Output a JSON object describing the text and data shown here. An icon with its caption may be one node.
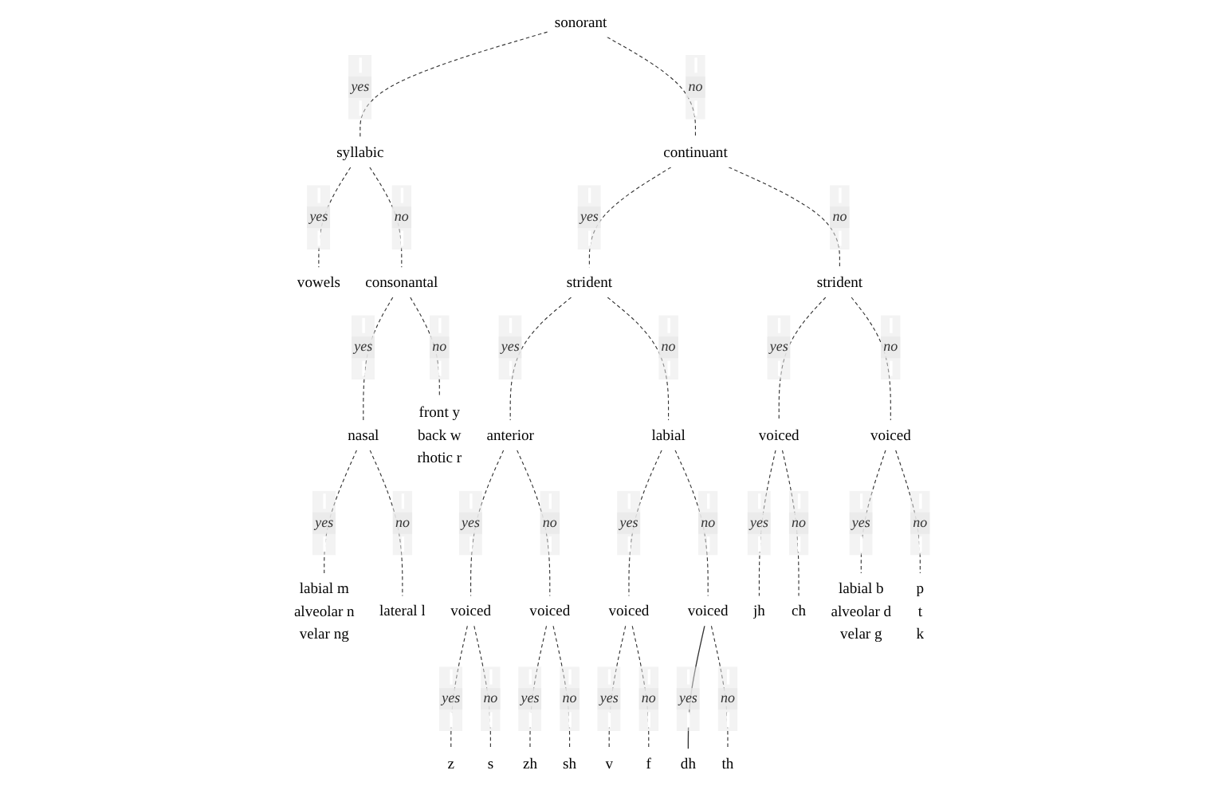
{
  "diagram": {
    "nodes": [
      {
        "text": [
          "sonorant"
        ]
      },
      {
        "text": [
          "syllabic"
        ]
      },
      {
        "text": [
          "continuant"
        ]
      },
      {
        "text": [
          "vowels"
        ]
      },
      {
        "text": [
          "consonantal"
        ]
      },
      {
        "text": [
          "strident"
        ]
      },
      {
        "text": [
          "strident"
        ]
      },
      {
        "text": [
          "nasal"
        ]
      },
      {
        "text": [
          "front y",
          "back w",
          "rhotic r"
        ]
      },
      {
        "text": [
          "anterior"
        ]
      },
      {
        "text": [
          "labial"
        ]
      },
      {
        "text": [
          "voiced"
        ]
      },
      {
        "text": [
          "voiced"
        ]
      },
      {
        "text": [
          "labial m",
          "alveolar n",
          "velar ng"
        ]
      },
      {
        "text": [
          "lateral l"
        ]
      },
      {
        "text": [
          "voiced"
        ]
      },
      {
        "text": [
          "voiced"
        ]
      },
      {
        "text": [
          "voiced"
        ]
      },
      {
        "text": [
          "voiced"
        ]
      },
      {
        "text": [
          "jh"
        ]
      },
      {
        "text": [
          "ch"
        ]
      },
      {
        "text": [
          "labial b",
          "alveolar d",
          "velar g"
        ]
      },
      {
        "text": [
          "p",
          "t",
          "k"
        ]
      },
      {
        "text": [
          "z"
        ]
      },
      {
        "text": [
          "s"
        ]
      },
      {
        "text": [
          "zh"
        ]
      },
      {
        "text": [
          "sh"
        ]
      },
      {
        "text": [
          "v"
        ]
      },
      {
        "text": [
          "f"
        ]
      },
      {
        "text": [
          "dh"
        ]
      },
      {
        "text": [
          "th"
        ]
      }
    ],
    "edges": [
      {
        "from": 0,
        "to": 1,
        "arrow": "none",
        "label": "yes",
        "style": "dashed"
      },
      {
        "from": 0,
        "to": 2,
        "arrow": "none",
        "label": "no",
        "style": "dashed"
      },
      {
        "from": 1,
        "to": 3,
        "arrow": "none",
        "label": "yes",
        "style": "dashed"
      },
      {
        "from": 1,
        "to": 4,
        "arrow": "none",
        "label": "no",
        "style": "dashed"
      },
      {
        "from": 2,
        "to": 5,
        "arrow": "none",
        "label": "yes",
        "style": "dashed"
      },
      {
        "from": 2,
        "to": 6,
        "arrow": "none",
        "label": "no",
        "style": "dashed"
      },
      {
        "from": 4,
        "to": 7,
        "arrow": "none",
        "label": "yes",
        "style": "dashed"
      },
      {
        "from": 4,
        "to": 8,
        "arrow": "none",
        "label": "no",
        "style": "dashed"
      },
      {
        "from": 5,
        "to": 9,
        "arrow": "none",
        "label": "yes",
        "style": "dashed"
      },
      {
        "from": 5,
        "to": 10,
        "arrow": "none",
        "label": "no",
        "style": "dashed"
      },
      {
        "from": 6,
        "to": 11,
        "arrow": "none",
        "label": "yes",
        "style": "dashed"
      },
      {
        "from": 6,
        "to": 12,
        "arrow": "none",
        "label": "no",
        "style": "dashed"
      },
      {
        "from": 7,
        "to": 13,
        "arrow": "none",
        "label": "yes",
        "style": "dashed"
      },
      {
        "from": 7,
        "to": 14,
        "arrow": "none",
        "label": "no",
        "style": "dashed"
      },
      {
        "from": 9,
        "to": 15,
        "arrow": "none",
        "label": "yes",
        "style": "dashed"
      },
      {
        "from": 9,
        "to": 16,
        "arrow": "none",
        "label": "no",
        "style": "dashed"
      },
      {
        "from": 10,
        "to": 17,
        "arrow": "none",
        "label": "yes",
        "style": "dashed"
      },
      {
        "from": 10,
        "to": 18,
        "arrow": "none",
        "label": "no",
        "style": "dashed"
      },
      {
        "from": 11,
        "to": 19,
        "arrow": "none",
        "label": "yes",
        "style": "dashed"
      },
      {
        "from": 11,
        "to": 20,
        "arrow": "none",
        "label": "no",
        "style": "dashed"
      },
      {
        "from": 12,
        "to": 21,
        "arrow": "none",
        "label": "yes",
        "style": "dashed"
      },
      {
        "from": 12,
        "to": 22,
        "arrow": "none",
        "label": "no",
        "style": "dashed"
      },
      {
        "from": 15,
        "to": 23,
        "arrow": "none",
        "label": "yes",
        "style": "dashed"
      },
      {
        "from": 15,
        "to": 24,
        "arrow": "none",
        "label": "no",
        "style": "dashed"
      },
      {
        "from": 16,
        "to": 25,
        "arrow": "none",
        "label": "yes",
        "style": "dashed"
      },
      {
        "from": 16,
        "to": 26,
        "arrow": "none",
        "label": "no",
        "style": "dashed"
      },
      {
        "from": 17,
        "to": 27,
        "arrow": "none",
        "label": "yes",
        "style": "dashed"
      },
      {
        "from": 17,
        "to": 28,
        "arrow": "none",
        "label": "no",
        "style": "dashed"
      },
      {
        "from": 18,
        "to": 29,
        "arrow": "none",
        "label": "yes"
      },
      {
        "from": 18,
        "to": 30,
        "arrow": "none",
        "label": "no",
        "style": "dashed"
      }
    ]
  }
}
